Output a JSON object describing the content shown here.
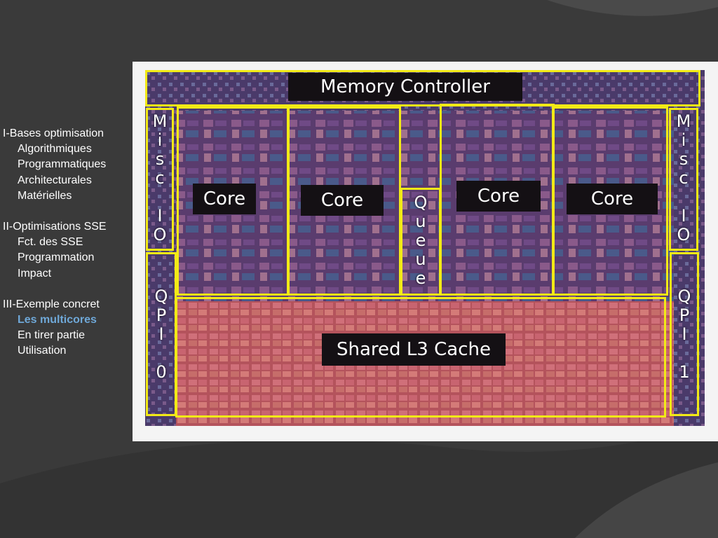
{
  "outline": [
    {
      "level": 1,
      "text": "I-Bases optimisation"
    },
    {
      "level": 2,
      "text": "Algorithmiques"
    },
    {
      "level": 2,
      "text": "Programmatiques"
    },
    {
      "level": 2,
      "text": "Architecturales"
    },
    {
      "level": 2,
      "text": "Matérielles"
    },
    {
      "level": 0,
      "text": ""
    },
    {
      "level": 1,
      "text": "II-Optimisations SSE"
    },
    {
      "level": 2,
      "text": "Fct. des SSE"
    },
    {
      "level": 2,
      "text": "Programmation"
    },
    {
      "level": 2,
      "text": "Impact"
    },
    {
      "level": 0,
      "text": ""
    },
    {
      "level": 1,
      "text": "III-Exemple concret"
    },
    {
      "level": 2,
      "text": "Les multicores",
      "active": true
    },
    {
      "level": 2,
      "text": "En tirer partie"
    },
    {
      "level": 2,
      "text": "Utilisation"
    }
  ],
  "die": {
    "memory_controller": "Memory Controller",
    "cores": [
      "Core",
      "Core",
      "Core",
      "Core"
    ],
    "queue": "Queue",
    "l3": "Shared L3 Cache",
    "misc_io_left": "Misc\n\nIO",
    "misc_io_right": "Misc\n\nIO",
    "qpi_left": "QPI\n\n0",
    "qpi_right": "QPI\n\n1"
  },
  "colors": {
    "background": "#3a3a3a",
    "highlight": "#f2ea16",
    "active_item": "#6fa8d8",
    "text": "#ffffff"
  }
}
